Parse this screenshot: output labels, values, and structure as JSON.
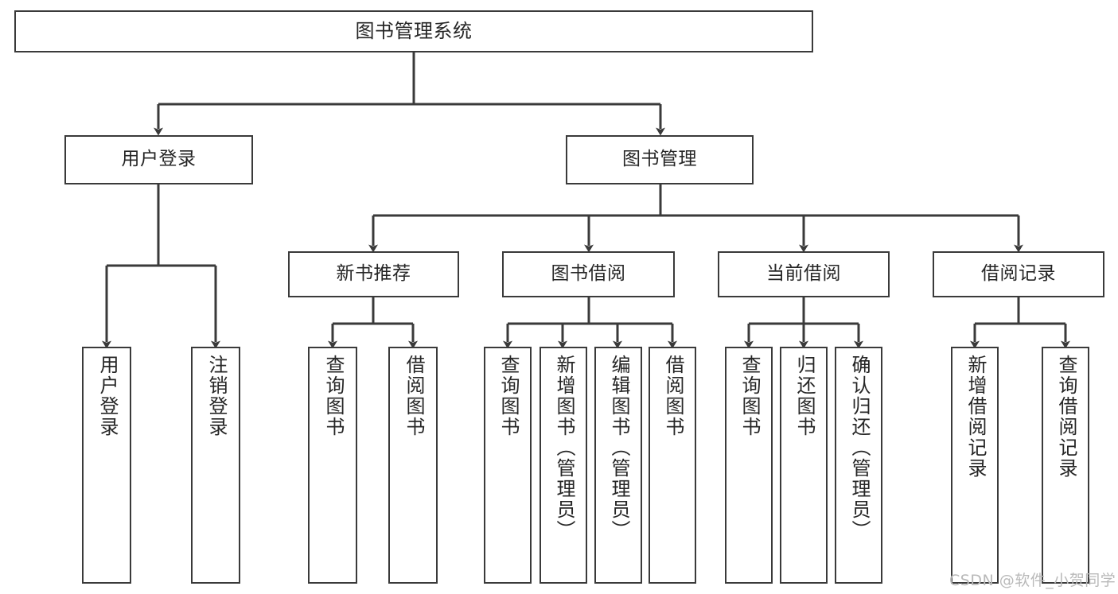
{
  "diagram": {
    "type": "tree-hierarchy-functional-decomposition",
    "root": {
      "id": "root",
      "label": "图书管理系统"
    },
    "level2": [
      {
        "id": "user-login",
        "label": "用户登录"
      },
      {
        "id": "book-management",
        "label": "图书管理"
      }
    ],
    "level3": [
      {
        "id": "new-book-recommend",
        "label": "新书推荐",
        "parent": "book-management"
      },
      {
        "id": "book-borrow",
        "label": "图书借阅",
        "parent": "book-management"
      },
      {
        "id": "current-borrow",
        "label": "当前借阅",
        "parent": "book-management"
      },
      {
        "id": "borrow-record",
        "label": "借阅记录",
        "parent": "book-management"
      }
    ],
    "leaves": [
      {
        "id": "leaf-user-login",
        "label": "用户登录",
        "parent": "user-login"
      },
      {
        "id": "leaf-logout-login",
        "label": "注销登录",
        "parent": "user-login"
      },
      {
        "id": "leaf-query-book-1",
        "label": "查询图书",
        "parent": "new-book-recommend"
      },
      {
        "id": "leaf-borrow-book-1",
        "label": "借阅图书",
        "parent": "new-book-recommend"
      },
      {
        "id": "leaf-query-book-2",
        "label": "查询图书",
        "parent": "book-borrow"
      },
      {
        "id": "leaf-add-book",
        "label": "新增图书（管理员）",
        "parent": "book-borrow"
      },
      {
        "id": "leaf-edit-book",
        "label": "编辑图书（管理员）",
        "parent": "book-borrow"
      },
      {
        "id": "leaf-borrow-book-2",
        "label": "借阅图书",
        "parent": "book-borrow"
      },
      {
        "id": "leaf-query-book-3",
        "label": "查询图书",
        "parent": "current-borrow"
      },
      {
        "id": "leaf-return-book",
        "label": "归还图书",
        "parent": "current-borrow"
      },
      {
        "id": "leaf-confirm-return",
        "label": "确认归还（管理员）",
        "parent": "current-borrow"
      },
      {
        "id": "leaf-add-borrow-record",
        "label": "新增借阅记录",
        "parent": "borrow-record"
      },
      {
        "id": "leaf-query-borrow-record",
        "label": "查询借阅记录",
        "parent": "borrow-record"
      }
    ],
    "watermark": "CSDN @软件_小贺同学",
    "colors": {
      "stroke": "#3a3a3a",
      "fill": "#ffffff",
      "text": "#262626",
      "watermark": "#b9b9b9"
    }
  }
}
